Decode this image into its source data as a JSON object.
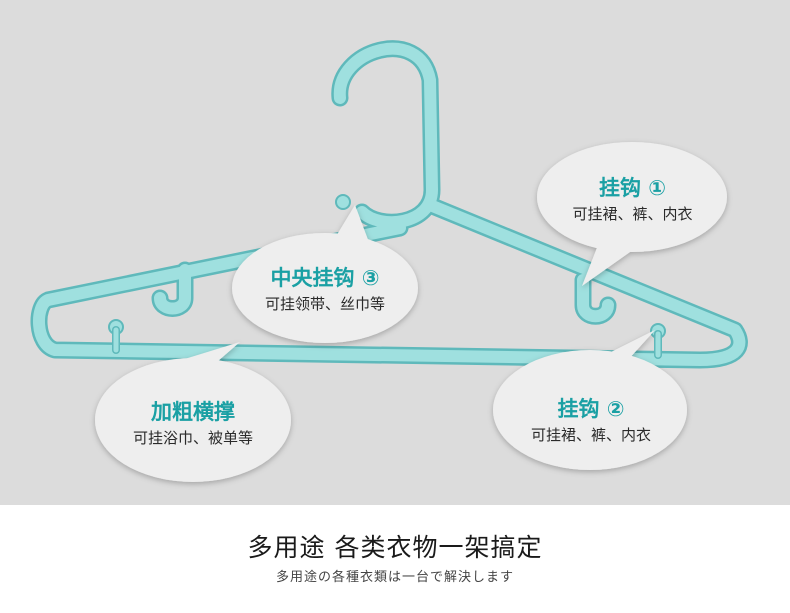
{
  "callouts": {
    "hook1": {
      "title": "挂钩 ①",
      "sub": "可挂裙、裤、内衣"
    },
    "center_hook": {
      "title": "中央挂钩 ③",
      "sub": "可挂领带、丝巾等"
    },
    "crossbar": {
      "title": "加粗横撑",
      "sub": "可挂浴巾、被单等"
    },
    "hook2": {
      "title": "挂钩 ②",
      "sub": "可挂裙、裤、内衣"
    }
  },
  "caption": {
    "headline": "多用途 各类衣物一架搞定",
    "subline": "多用途の各種衣類は一台で解決します"
  },
  "colors": {
    "background": "#dcdcdc",
    "hanger": "#9fe0df",
    "hanger_outline": "#5fb9bb",
    "accent_text": "#1aa0a4",
    "bubble": "#eeeeee"
  }
}
